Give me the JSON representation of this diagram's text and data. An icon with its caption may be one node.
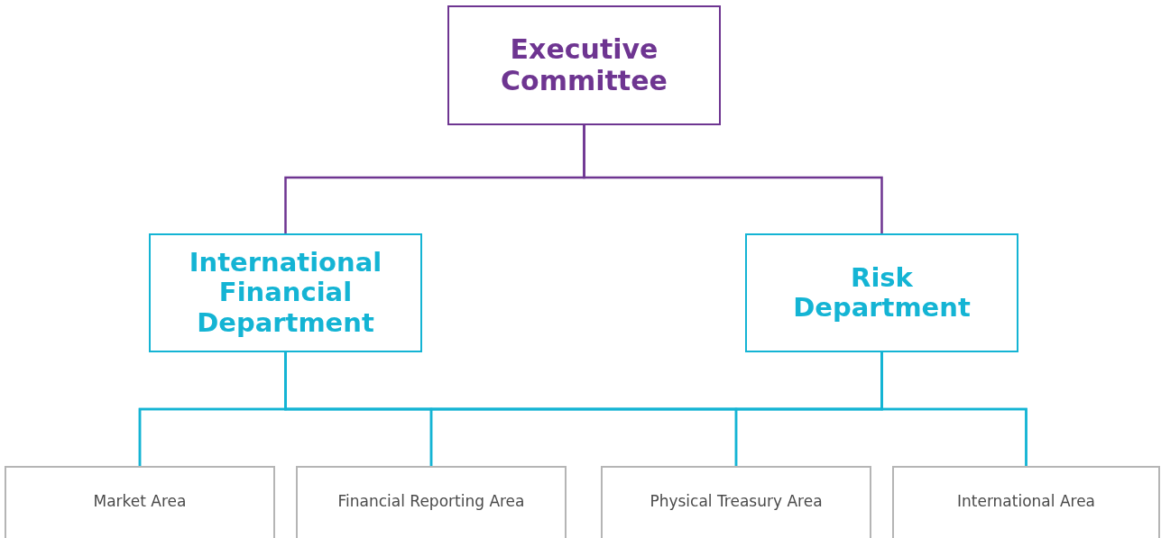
{
  "diagram": {
    "nodes": [
      {
        "text": [
          "Executive Committee"
        ]
      },
      {
        "text": [
          "International Financial Department"
        ]
      },
      {
        "text": [
          "Risk Department"
        ]
      },
      {
        "text": [
          "Market Area"
        ]
      },
      {
        "text": [
          "Financial Reporting Area"
        ]
      },
      {
        "text": [
          "Physical Treasury Area"
        ]
      },
      {
        "text": [
          "International Area"
        ]
      }
    ],
    "edges": [
      {
        "from": 0,
        "to": 1,
        "arrow": "none",
        "color": "#6e3591"
      },
      {
        "from": 0,
        "to": 2,
        "arrow": "none",
        "color": "#6e3591"
      },
      {
        "from": 1,
        "to": 3,
        "arrow": "none"
      },
      {
        "from": 1,
        "to": 4,
        "arrow": "none"
      },
      {
        "from": 1,
        "to": 5,
        "arrow": "none"
      },
      {
        "from": 1,
        "to": 6,
        "arrow": "none"
      },
      {
        "from": 2,
        "to": 3,
        "arrow": "none"
      },
      {
        "from": 2,
        "to": 4,
        "arrow": "none"
      },
      {
        "from": 2,
        "to": 5,
        "arrow": "none"
      },
      {
        "from": 2,
        "to": 6,
        "arrow": "none"
      }
    ]
  }
}
